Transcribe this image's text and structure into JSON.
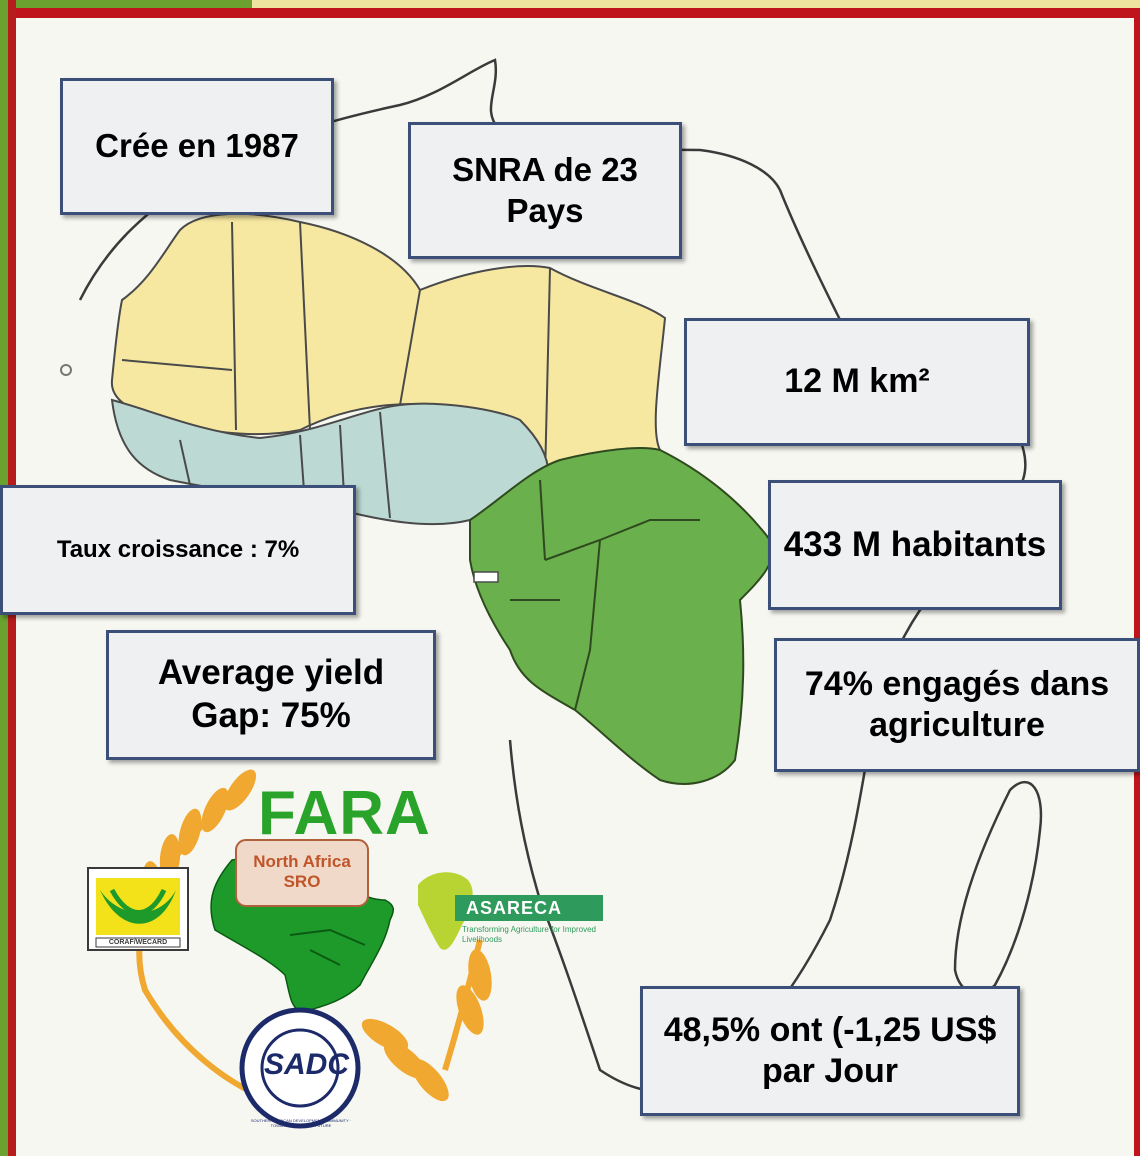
{
  "callouts": {
    "created": "Crée en 1987",
    "snra": "SNRA de 23 Pays",
    "area": "12 M km²",
    "population": "433 M habitants",
    "growth": "Taux croissance : 7%",
    "yield_gap": "Average yield Gap: 75%",
    "agriculture": "74% engagés dans agriculture",
    "poverty": "48,5% ont (-1,25 US$ par Jour"
  },
  "logos": {
    "fara": "FARA",
    "north_africa_sro": "North Africa SRO",
    "asareca": "ASARECA",
    "asareca_tagline": "Transforming Agriculture for Improved Livelihoods",
    "coraf": "CORAF/WECARD",
    "sadc": "SADC",
    "sadc_ring": "SOUTHERN AFRICAN DEVELOPMENT COMMUNITY · TOWARDS A COMMON FUTURE"
  },
  "colors": {
    "frame_red": "#c0141c",
    "frame_green": "#6aa12f",
    "west_africa_yellow": "#f6e7a1",
    "coastal_blue": "#bcd9d3",
    "central_green": "#6ab04c",
    "callout_border": "#3c4f78",
    "fara_green": "#2aa32a",
    "wheat_orange": "#f0a830"
  }
}
